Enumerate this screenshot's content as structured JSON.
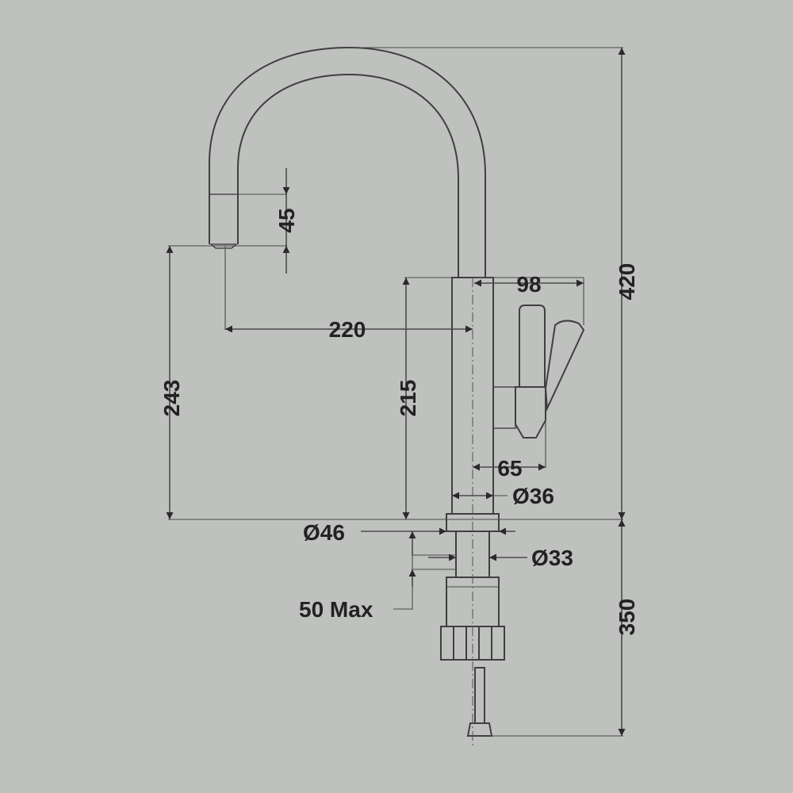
{
  "dimensions": {
    "aerator_height": "45",
    "total_height": "420",
    "spout_reach": "220",
    "spout_clearance": "243",
    "body_height": "215",
    "handle_reach": "98",
    "handle_offset": "65",
    "body_diameter": "Ø36",
    "base_diameter": "Ø46",
    "hole_diameter": "Ø33",
    "deck_thickness": "50 Max",
    "hose_length": "350"
  },
  "colors": {
    "background": "#bfc1bf",
    "line": "#3f3f3f",
    "text": "#222222"
  }
}
